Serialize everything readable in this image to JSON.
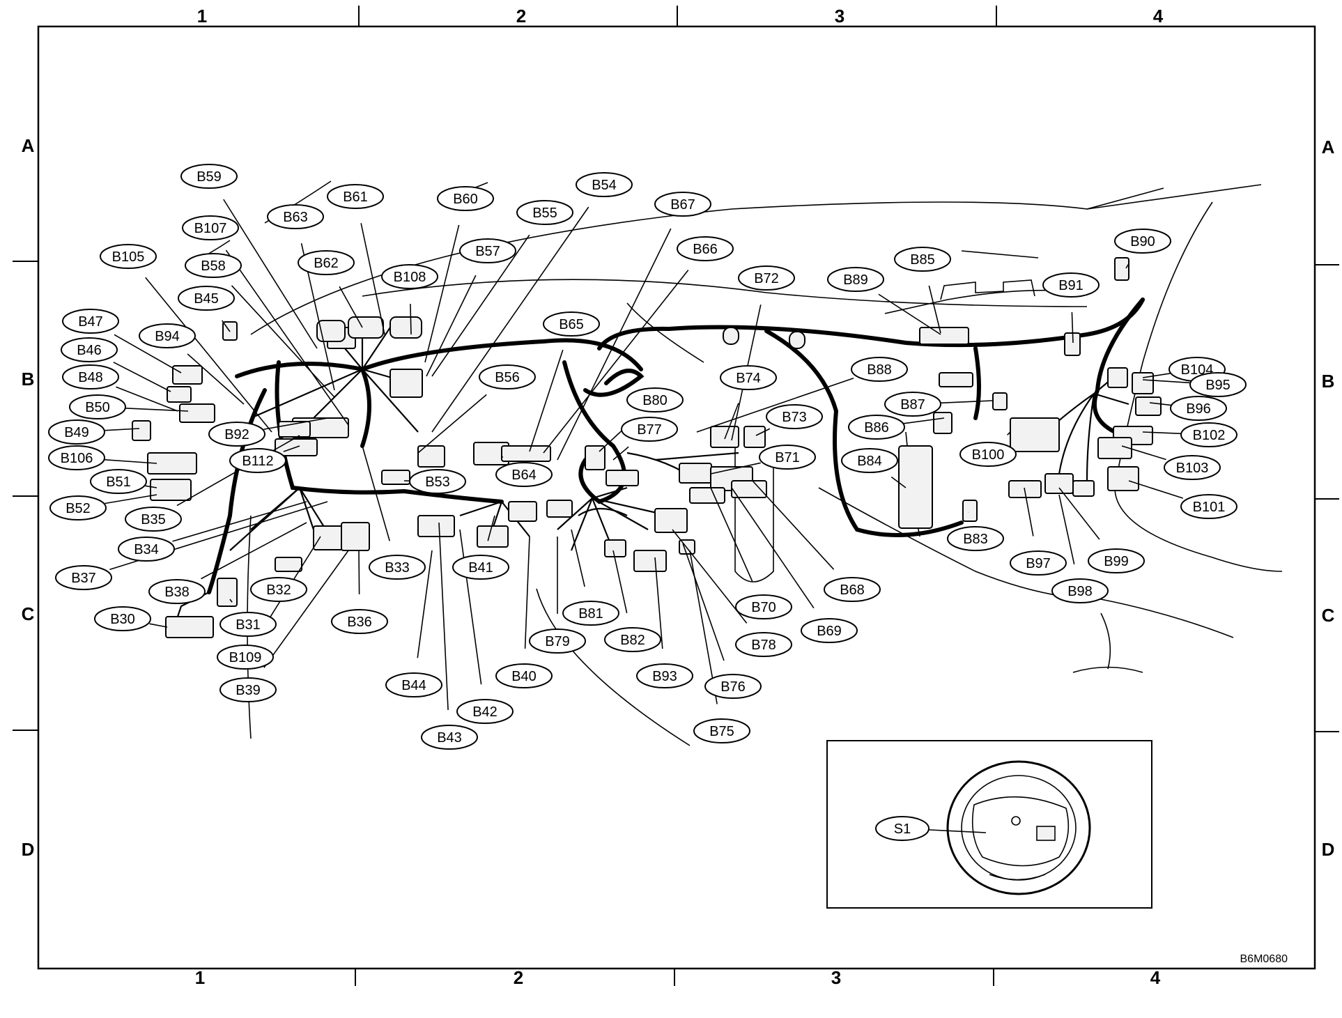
{
  "grid": {
    "columns": [
      "1",
      "2",
      "3",
      "4"
    ],
    "rows": [
      "A",
      "B",
      "C",
      "D"
    ]
  },
  "drawing_code": "B6M0680",
  "connectors": [
    "B59",
    "B60",
    "B54",
    "B67",
    "B107",
    "B61",
    "B55",
    "B63",
    "B105",
    "B58",
    "B62",
    "B108",
    "B57",
    "B66",
    "B85",
    "B90",
    "B72",
    "B89",
    "B91",
    "B45",
    "B47",
    "B65",
    "B46",
    "B94",
    "B48",
    "B56",
    "B74",
    "B88",
    "B104",
    "B95",
    "B50",
    "B80",
    "B87",
    "B96",
    "B73",
    "B49",
    "B92",
    "B77",
    "B86",
    "B102",
    "B106",
    "B112",
    "B64",
    "B71",
    "B84",
    "B100",
    "B103",
    "B51",
    "B53",
    "B52",
    "B35",
    "B101",
    "B34",
    "B83",
    "B41",
    "B33",
    "B97",
    "B99",
    "B37",
    "B68",
    "B38",
    "B32",
    "B98",
    "B81",
    "B70",
    "B30",
    "B31",
    "B36",
    "B82",
    "B79",
    "B69",
    "B78",
    "B109",
    "B40",
    "B93",
    "B39",
    "B44",
    "B76",
    "B42",
    "B43",
    "B75",
    "S1"
  ]
}
